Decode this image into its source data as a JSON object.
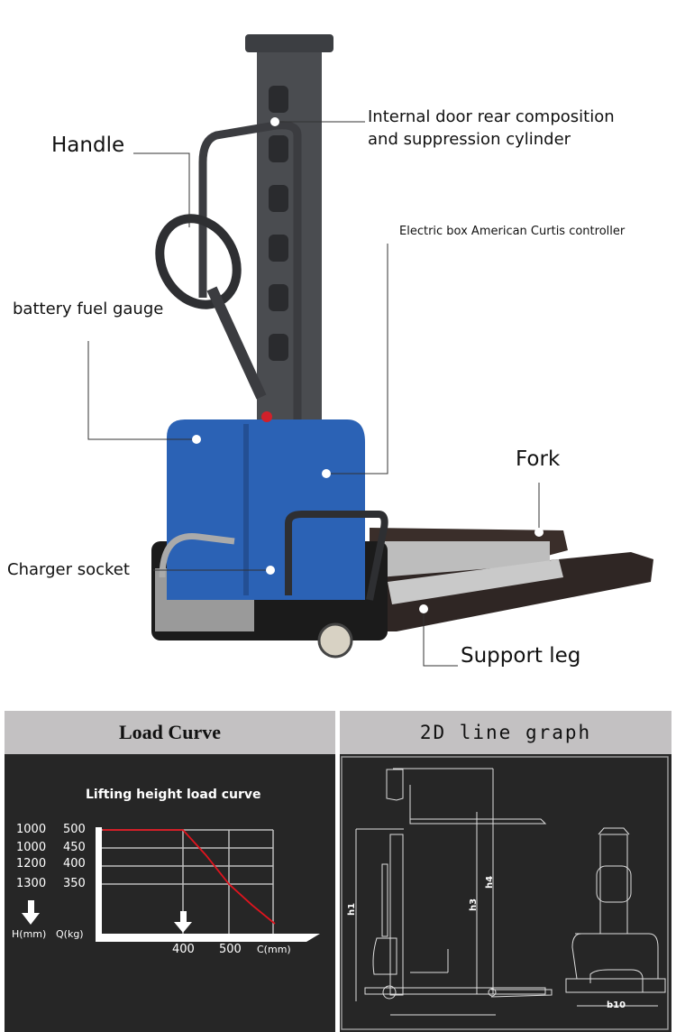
{
  "photo": {
    "labels": {
      "handle": "Handle",
      "mast_line1": "Internal door rear composition",
      "mast_line2": "and suppression cylinder",
      "controller": "Electric box American Curtis controller",
      "gauge": "battery fuel gauge",
      "fork": "Fork",
      "charger": "Charger socket",
      "support_leg": "Support leg"
    },
    "colors": {
      "body": "#2b62b5",
      "mast": "#4a4c50",
      "fork": "#3a2e2a"
    }
  },
  "load_panel": {
    "title": "Load Curve",
    "chart_title": "Lifting height load curve",
    "h_label": "H(mm)",
    "q_label": "Q(kg)",
    "c_label": "C(mm)",
    "rows": [
      {
        "h": "1000",
        "q": "500"
      },
      {
        "h": "1000",
        "q": "450"
      },
      {
        "h": "1200",
        "q": "400"
      },
      {
        "h": "1300",
        "q": "350"
      }
    ],
    "x_ticks": [
      "400",
      "500"
    ]
  },
  "chart_data": {
    "type": "line",
    "title": "Lifting height load curve",
    "xlabel": "C(mm)",
    "ylabel": "Q(kg)",
    "x": [
      225,
      400,
      450,
      500,
      550,
      600
    ],
    "series": [
      {
        "values": [
          500,
          500,
          430,
          350,
          292,
          240
        ],
        "color": "#e0141e"
      }
    ],
    "y_ticks": [
      500,
      450,
      400,
      350
    ],
    "x_ticks": [
      400,
      500
    ],
    "grid": true
  },
  "drawing_panel": {
    "title": "2D line graph",
    "dims": {
      "h1": "h1",
      "h3": "h3",
      "h4": "h4",
      "b10": "b10"
    }
  }
}
